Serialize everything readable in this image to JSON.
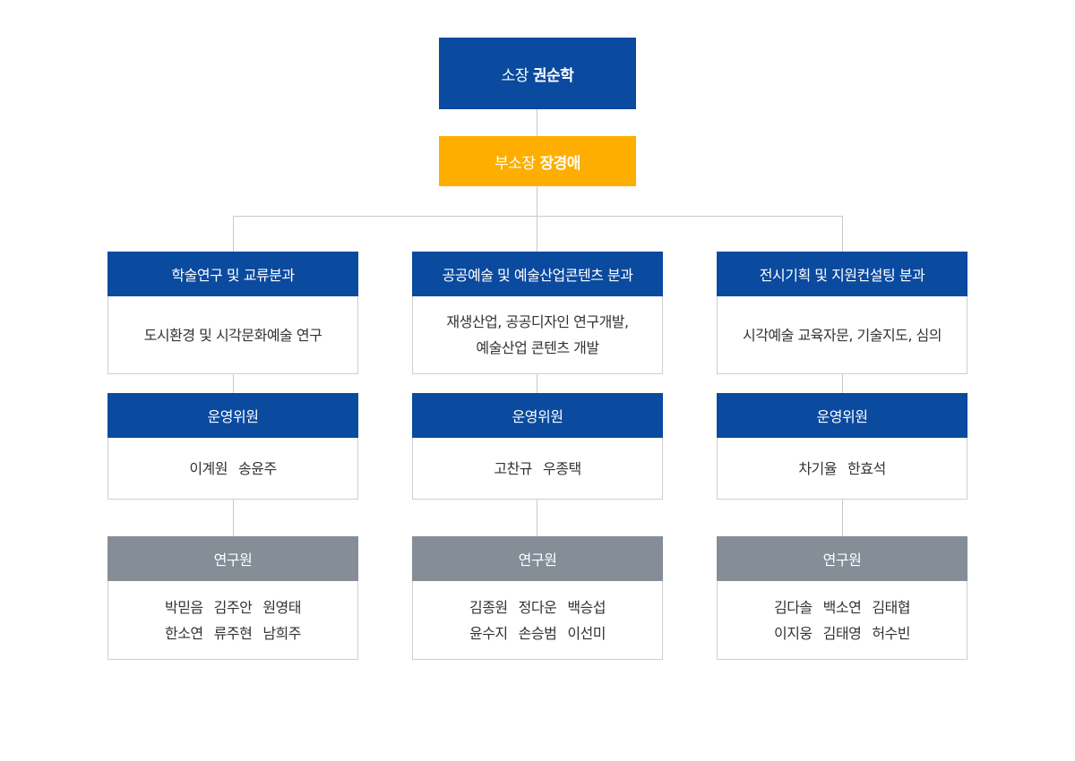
{
  "director": {
    "role": "소장",
    "name": "권순학"
  },
  "deputy": {
    "role": "부소장",
    "name": "장경애"
  },
  "divisions": [
    {
      "title": "학술연구 및 교류분과",
      "description_lines": [
        "도시환경 및 시각문화예술 연구"
      ],
      "committee": {
        "title": "운영위원",
        "members": [
          "이계원",
          "송윤주"
        ]
      },
      "researchers": {
        "title": "연구원",
        "rows": [
          [
            "박믿음",
            "김주안",
            "원영태"
          ],
          [
            "한소연",
            "류주현",
            "남희주"
          ]
        ]
      }
    },
    {
      "title": "공공예술 및 예술산업콘텐츠 분과",
      "description_lines": [
        "재생산업, 공공디자인 연구개발,",
        "예술산업 콘텐츠 개발"
      ],
      "committee": {
        "title": "운영위원",
        "members": [
          "고찬규",
          "우종택"
        ]
      },
      "researchers": {
        "title": "연구원",
        "rows": [
          [
            "김종원",
            "정다운",
            "백승섭"
          ],
          [
            "윤수지",
            "손승범",
            "이선미"
          ]
        ]
      }
    },
    {
      "title": "전시기획 및 지원컨설팅 분과",
      "description_lines": [
        "시각예술 교육자문, 기술지도, 심의"
      ],
      "committee": {
        "title": "운영위원",
        "members": [
          "차기율",
          "한효석"
        ]
      },
      "researchers": {
        "title": "연구원",
        "rows": [
          [
            "김다솔",
            "백소연",
            "김태협"
          ],
          [
            "이지웅",
            "김태영",
            "허수빈"
          ]
        ]
      }
    }
  ],
  "colors": {
    "primary": "#0a4a9f",
    "accent": "#fdae00",
    "researcher_header": "#858d97",
    "connector": "#c9c9c9",
    "border": "#cfcfcf",
    "text": "#333333"
  }
}
